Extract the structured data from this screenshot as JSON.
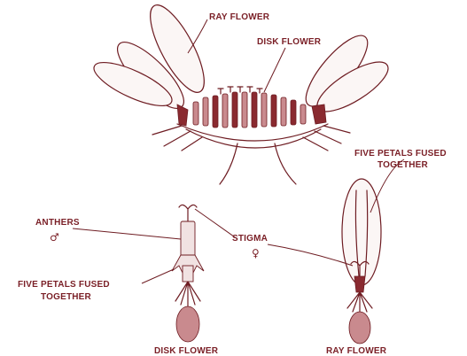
{
  "labels": {
    "ray_flower_top": "RAY FLOWER",
    "disk_flower_top": "DISK FLOWER",
    "five_petals_right_1": "FIVE PETALS FUSED",
    "five_petals_right_2": "TOGETHER",
    "anthers": "ANTHERS",
    "anthers_symbol": "♂",
    "stigma": "STIGMA",
    "stigma_symbol": "♀",
    "five_petals_left_1": "FIVE PETALS FUSED",
    "five_petals_left_2": "TOGETHER",
    "disk_flower_bottom": "DISK FLOWER",
    "ray_flower_bottom": "RAY FLOWER"
  },
  "colors": {
    "ink": "#6e1c22",
    "label": "#7a1f26",
    "background": "#ffffff"
  }
}
